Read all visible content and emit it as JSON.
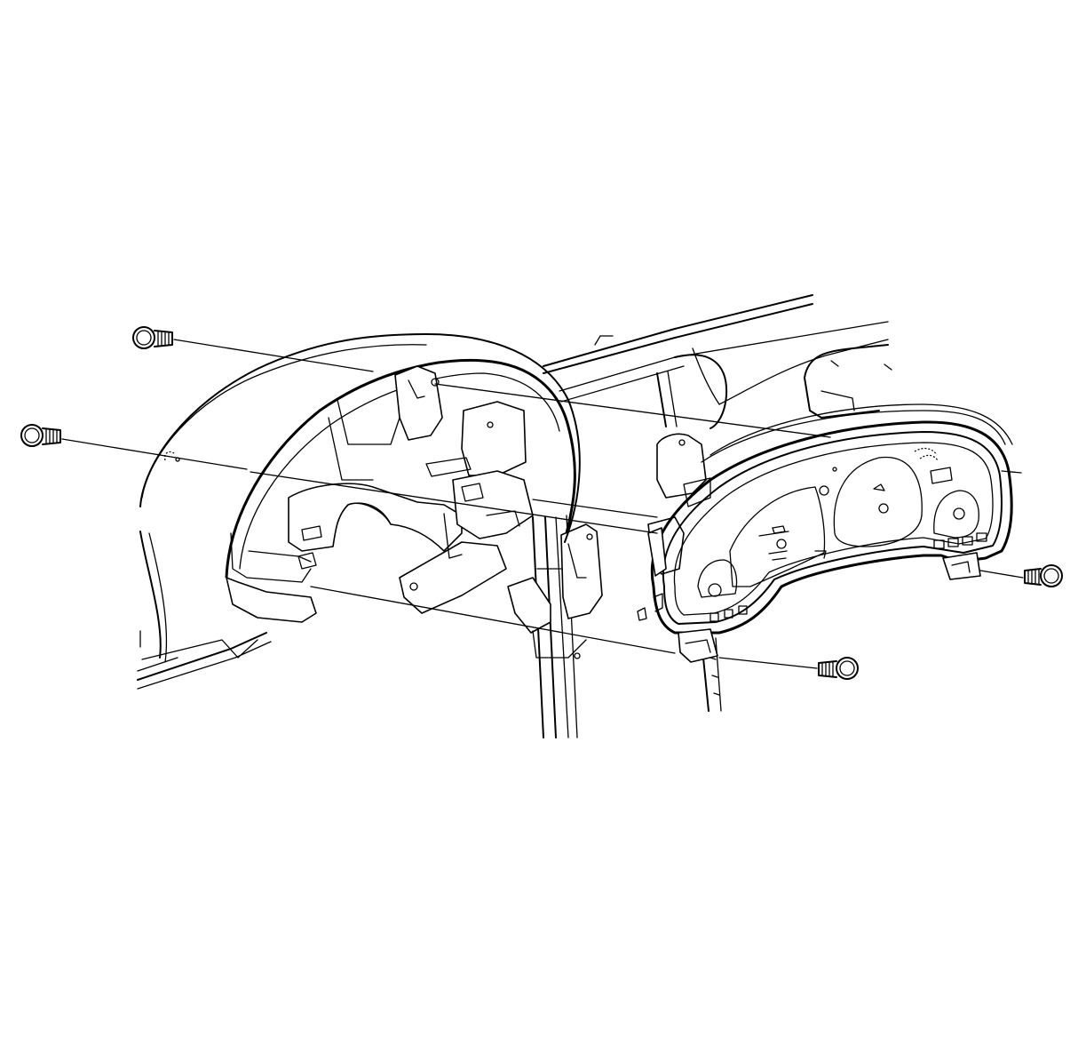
{
  "diagram": {
    "type": "exploded-view line drawing",
    "labels": [],
    "colors": {
      "line": "#000000",
      "background": "#ffffff"
    },
    "parts": [
      {
        "name": "instrument-panel-carrier"
      },
      {
        "name": "instrument-cluster-bezel"
      },
      {
        "name": "instrument-cluster"
      },
      {
        "name": "fastener",
        "count": 4
      }
    ]
  }
}
